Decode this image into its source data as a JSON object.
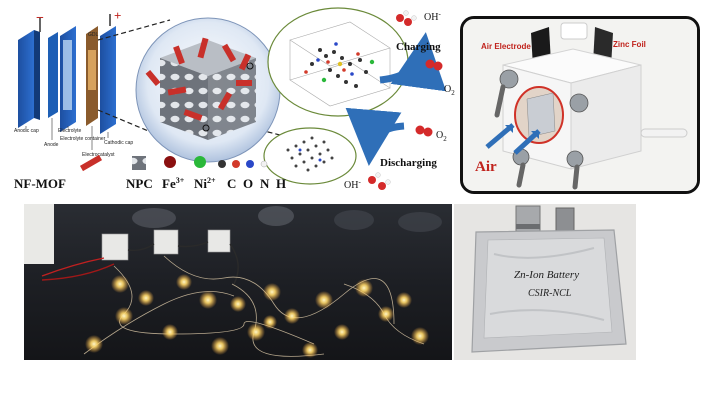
{
  "schematic": {
    "cell_labels": {
      "anodic_cap": "Anodic cap",
      "anode": "Anode",
      "electrolyte": "Electrolyte",
      "electrolyte_container": "Electrolyte container",
      "gdl": "GDL",
      "electrocatalyst": "Electrocatalyst",
      "cathodic_cap": "Cathodic cap",
      "minus": "−",
      "plus": "+"
    },
    "legend": {
      "nf_mof": "NF-MOF",
      "npc": "NPC",
      "fe": "Fe",
      "fe_sup": "3+",
      "ni": "Ni",
      "ni_sup": "2+",
      "c": "C",
      "o": "O",
      "n": "N",
      "h": "H"
    },
    "reaction": {
      "charging": "Charging",
      "discharging": "Discharging",
      "oh_top": "OH",
      "oh_top_sup": "-",
      "o2": "O",
      "o2_sub": "2",
      "o2_b": "O",
      "o2_b_sub": "2",
      "oh_bottom": "OH",
      "oh_bottom_sup": "-"
    }
  },
  "device_photo": {
    "air_electrode": "Air Electrode",
    "zinc_foil": "Zinc Foil",
    "air": "Air"
  },
  "pouch_photo": {
    "line1": "Zn-Ion Battery",
    "line2": "CSIR-NCL"
  },
  "colors": {
    "red_label": "#c0221c",
    "arrow_blue": "#2f6fb8",
    "mof_red": "#c8302a",
    "npc_gray": "#8a8d93"
  }
}
